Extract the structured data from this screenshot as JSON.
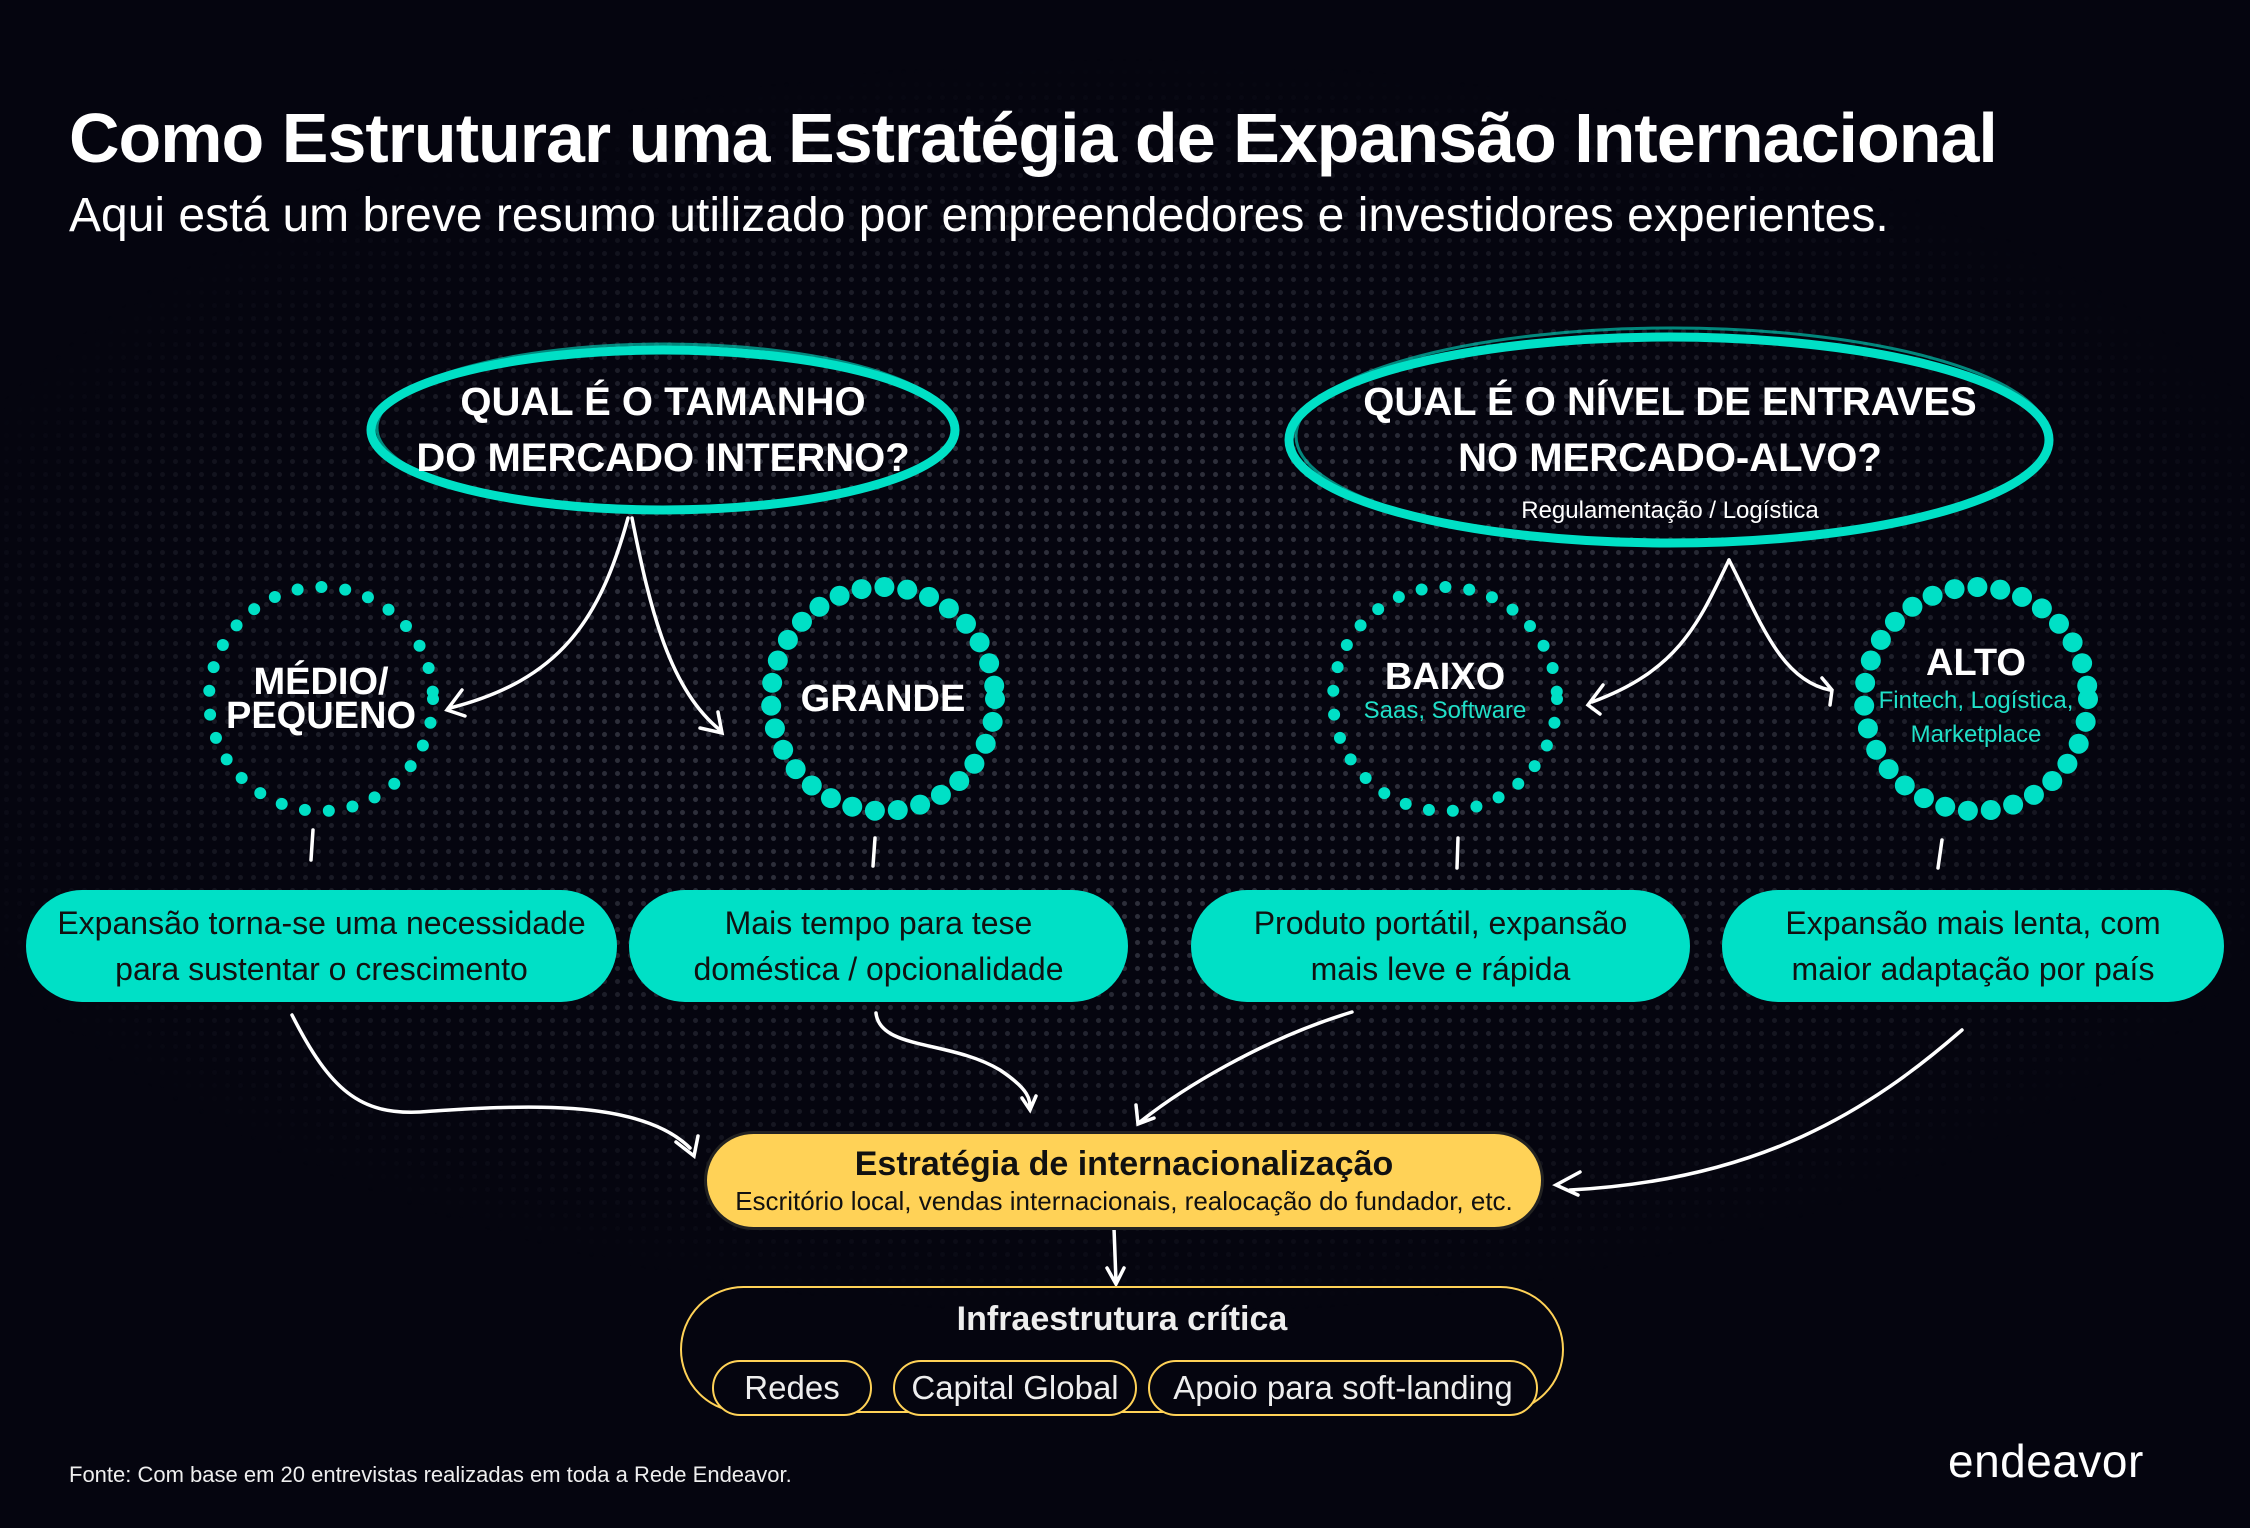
{
  "header": {
    "title": "Como Estruturar uma Estratégia de Expansão Internacional",
    "subtitle": "Aqui está um breve resumo utilizado por empreendedores e investidores experientes."
  },
  "questions": [
    {
      "line1": "QUAL É O TAMANHO",
      "line2": "DO MERCADO INTERNO?"
    },
    {
      "line1": "QUAL É O NÍVEL DE ENTRAVES",
      "line2": "NO MERCADO-ALVO?",
      "sub": "Regulamentação / Logística"
    }
  ],
  "options": [
    {
      "label_line1": "MÉDIO/",
      "label_line2": "PEQUENO",
      "outcome": [
        "Expansão torna-se uma necessidade",
        "para sustentar o crescimento"
      ]
    },
    {
      "label": "GRANDE",
      "outcome": [
        "Mais tempo para tese",
        "doméstica / opcionalidade"
      ]
    },
    {
      "label": "BAIXO",
      "sub": "Saas, Software",
      "outcome": [
        "Produto portátil, expansão",
        "mais leve e rápida"
      ]
    },
    {
      "label": "ALTO",
      "sub_line1": "Fintech, Logística,",
      "sub_line2": "Marketplace",
      "outcome": [
        "Expansão mais lenta, com",
        "maior adaptação por país"
      ]
    }
  ],
  "strategy": {
    "title": "Estratégia de internacionalização",
    "subtitle": "Escritório local, vendas internacionais, realocação do fundador, etc."
  },
  "infrastructure": {
    "title": "Infraestrutura crítica",
    "items": [
      "Redes",
      "Capital Global",
      "Apoio para soft-landing"
    ]
  },
  "footer": {
    "source": "Fonte: Com base em 20 entrevistas realizadas em toda a Rede Endeavor.",
    "logo": "endeavor"
  },
  "colors": {
    "background": "#05050f",
    "teal": "#00e0c6",
    "yellow": "#ffd257",
    "text": "#ffffff"
  }
}
